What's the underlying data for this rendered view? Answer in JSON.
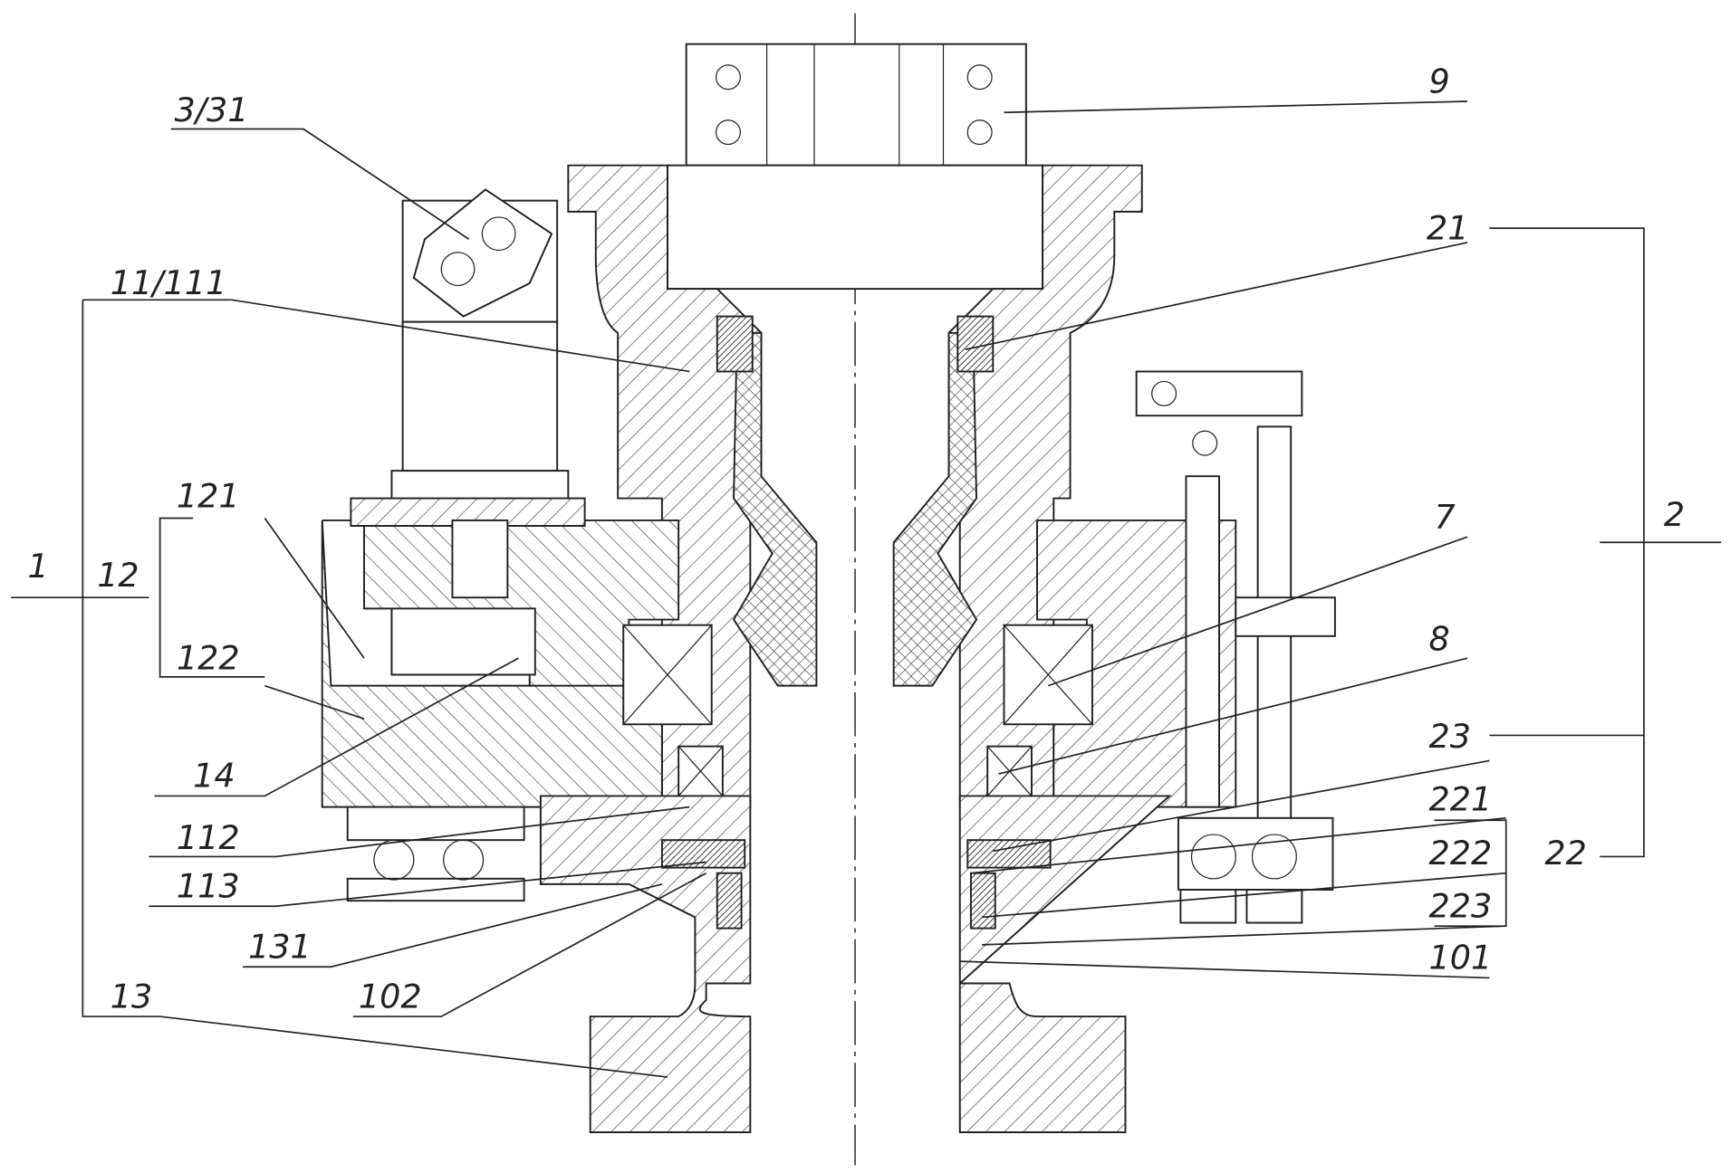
{
  "figure": {
    "labels": {
      "l3_31": "3/31",
      "l9": "9",
      "l21": "21",
      "l11_111": "11/111",
      "l1": "1",
      "l12": "12",
      "l121": "121",
      "l122": "122",
      "l14": "14",
      "l7": "7",
      "l2": "2",
      "l8": "8",
      "l23": "23",
      "l221": "221",
      "l222": "222",
      "l22": "22",
      "l223": "223",
      "l101": "101",
      "l112": "112",
      "l113": "113",
      "l131": "131",
      "l102": "102",
      "l13": "13"
    }
  }
}
